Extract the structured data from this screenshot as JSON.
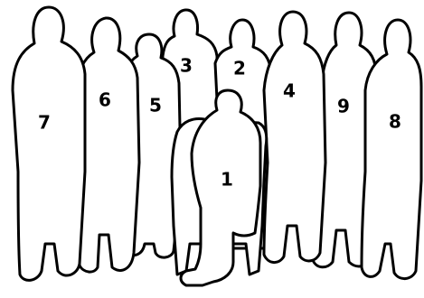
{
  "figures": [
    {
      "label": "7"
    },
    {
      "label": "6"
    },
    {
      "label": "5"
    },
    {
      "label": "3"
    },
    {
      "label": "2"
    },
    {
      "label": "4"
    },
    {
      "label": "9"
    },
    {
      "label": "8"
    },
    {
      "label": "1"
    }
  ],
  "colors": {
    "background": "#ffffff",
    "outline": "#000000",
    "label": "#000000"
  }
}
